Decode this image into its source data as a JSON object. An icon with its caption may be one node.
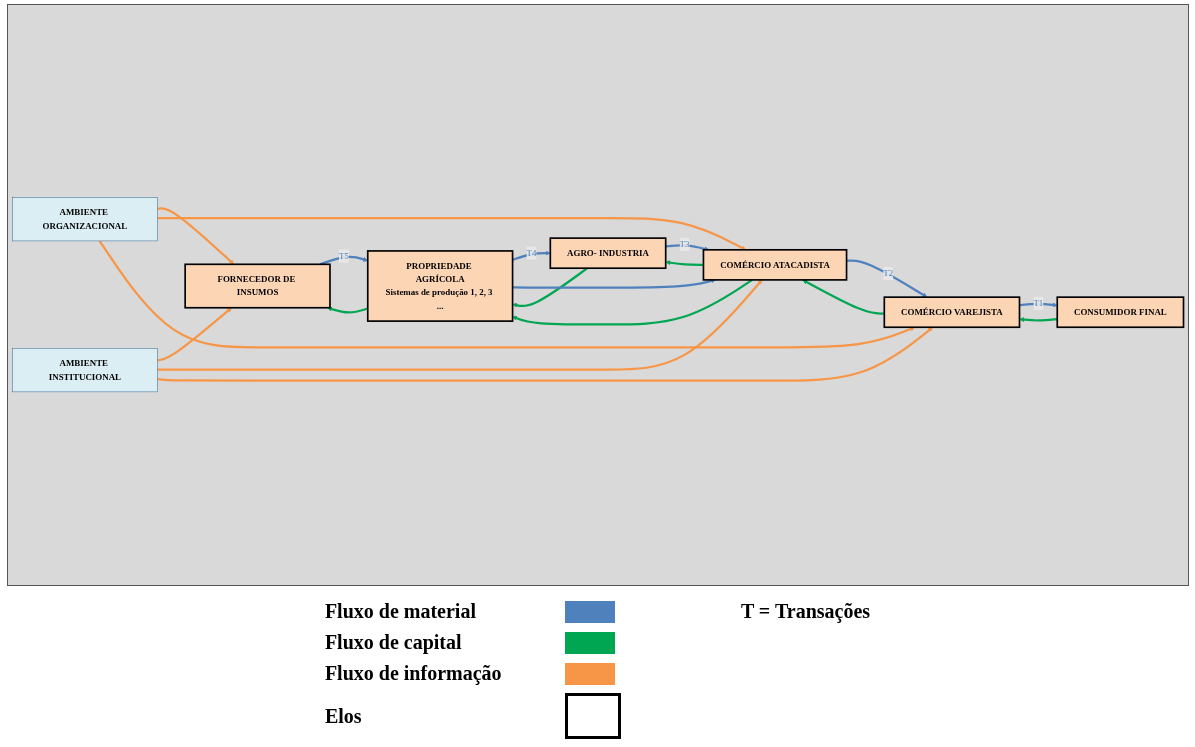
{
  "diagram": {
    "nodes": [
      {
        "text": [
          "AMBIENTE ORGANIZACIONAL"
        ]
      },
      {
        "text": [
          "FORNECEDOR DE INSUMOS"
        ]
      },
      {
        "text": [
          "PROPRIEDADE AGRÍCOLA",
          "Sistemas de produção 1, 2, 3 ..."
        ]
      },
      {
        "text": [
          "AGRO- INDUSTRIA"
        ]
      },
      {
        "text": [
          "COMÉRCIO ATACADISTA"
        ]
      },
      {
        "text": [
          "COMÉRCIO VAREJISTA"
        ]
      },
      {
        "text": [
          "CONSUMIDOR FINAL"
        ]
      },
      {
        "text": [
          "AMBIENTE INSTITUCIONAL"
        ]
      }
    ],
    "edges": [
      {
        "from": 1,
        "to": 2,
        "arrow": "to",
        "label": "T5",
        "color": "#4f81bd"
      },
      {
        "from": 2,
        "to": 1,
        "arrow": "to",
        "color": "#00a651"
      },
      {
        "from": 2,
        "to": 3,
        "arrow": "to",
        "label": "T4",
        "color": "#4f81bd"
      },
      {
        "from": 3,
        "to": 2,
        "arrow": "to",
        "color": "#00a651"
      },
      {
        "from": 3,
        "to": 4,
        "arrow": "to",
        "label": "T3",
        "color": "#4f81bd"
      },
      {
        "from": 4,
        "to": 3,
        "arrow": "to",
        "color": "#00a651"
      },
      {
        "from": 4,
        "to": 5,
        "arrow": "to",
        "label": "T2",
        "color": "#4f81bd"
      },
      {
        "from": 5,
        "to": 4,
        "arrow": "to",
        "color": "#00a651"
      },
      {
        "from": 5,
        "to": 6,
        "arrow": "to",
        "label": "T1",
        "color": "#4f81bd"
      },
      {
        "from": 6,
        "to": 5,
        "arrow": "to",
        "color": "#00a651"
      },
      {
        "from": 4,
        "to": 2,
        "arrow": "to",
        "color": "#00a651"
      },
      {
        "from": 2,
        "to": 4,
        "arrow": "to",
        "color": "#4f81bd"
      },
      {
        "from": 0,
        "to": 1,
        "arrow": "to",
        "color": "#f79646"
      },
      {
        "from": 0,
        "to": 4,
        "arrow": "to",
        "color": "#f79646"
      },
      {
        "from": 0,
        "to": 5,
        "arrow": "to",
        "color": "#f79646"
      },
      {
        "from": 7,
        "to": 1,
        "arrow": "to",
        "color": "#f79646"
      },
      {
        "from": 7,
        "to": 4,
        "arrow": "to",
        "color": "#f79646"
      },
      {
        "from": 7,
        "to": 5,
        "arrow": "to",
        "color": "#f79646"
      }
    ],
    "labels": [
      "T = Transações"
    ],
    "legend": [
      {
        "text": "Fluxo de material",
        "color": "#4f81bd"
      },
      {
        "text": "Fluxo de capital",
        "color": "#00a651"
      },
      {
        "text": "Fluxo de informação",
        "color": "#f79646"
      },
      {
        "text": "Elos"
      }
    ]
  }
}
